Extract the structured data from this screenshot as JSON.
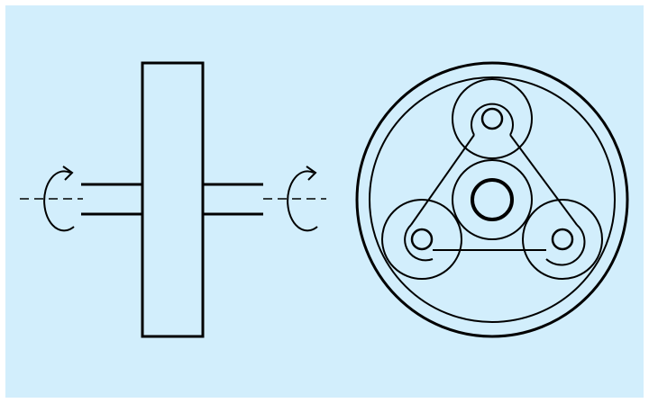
{
  "diagram": {
    "type": "mechanical drawing — planetary gear set, side view and front view",
    "colors": {
      "background": "#d2eefc",
      "border": "#ffffff",
      "line": "#000000"
    },
    "side_view": {
      "components": [
        "input-shaft",
        "housing-block",
        "output-shaft",
        "rotation-arrow-left",
        "rotation-arrow-right",
        "center-axis"
      ]
    },
    "front_view": {
      "components": [
        "outer-ring-gear",
        "inner-ring",
        "sun-gear",
        "planet-gear-top",
        "planet-gear-left",
        "planet-gear-right",
        "carrier-arms"
      ],
      "planet_count": 3
    }
  }
}
